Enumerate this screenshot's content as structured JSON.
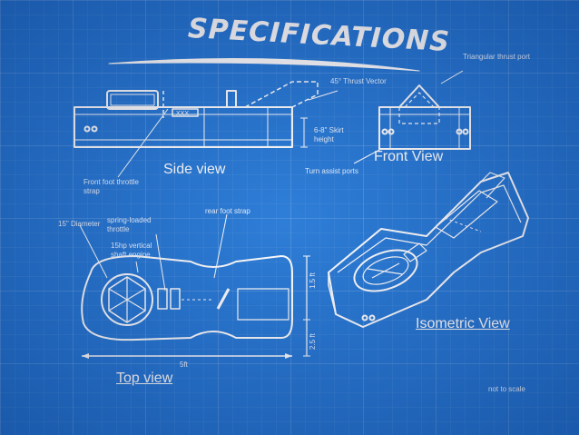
{
  "title": "SPECIFICATIONS",
  "views": {
    "side": "Side view",
    "front": "Front View",
    "top": "Top view",
    "isometric": "Isometric View"
  },
  "labels": {
    "triangular_port": "Triangular thrust port",
    "thrust_vector": "45° Thrust Vector",
    "skirt_height": "6-8\" Skirt height",
    "turn_assist": "Turn assist ports",
    "front_strap": "Front foot throttle strap",
    "diameter": "15\" Diameter",
    "spring_throttle": "spring-loaded throttle",
    "engine": "15hp vertical shaft engine",
    "rear_strap": "rear foot strap",
    "width_dim": "1.5 ft",
    "height_dim": "2.5 ft",
    "length_dim": "5ft",
    "scale_note": "not to scale"
  },
  "colors": {
    "background": "#2377d6",
    "ink": "#ffffff"
  }
}
